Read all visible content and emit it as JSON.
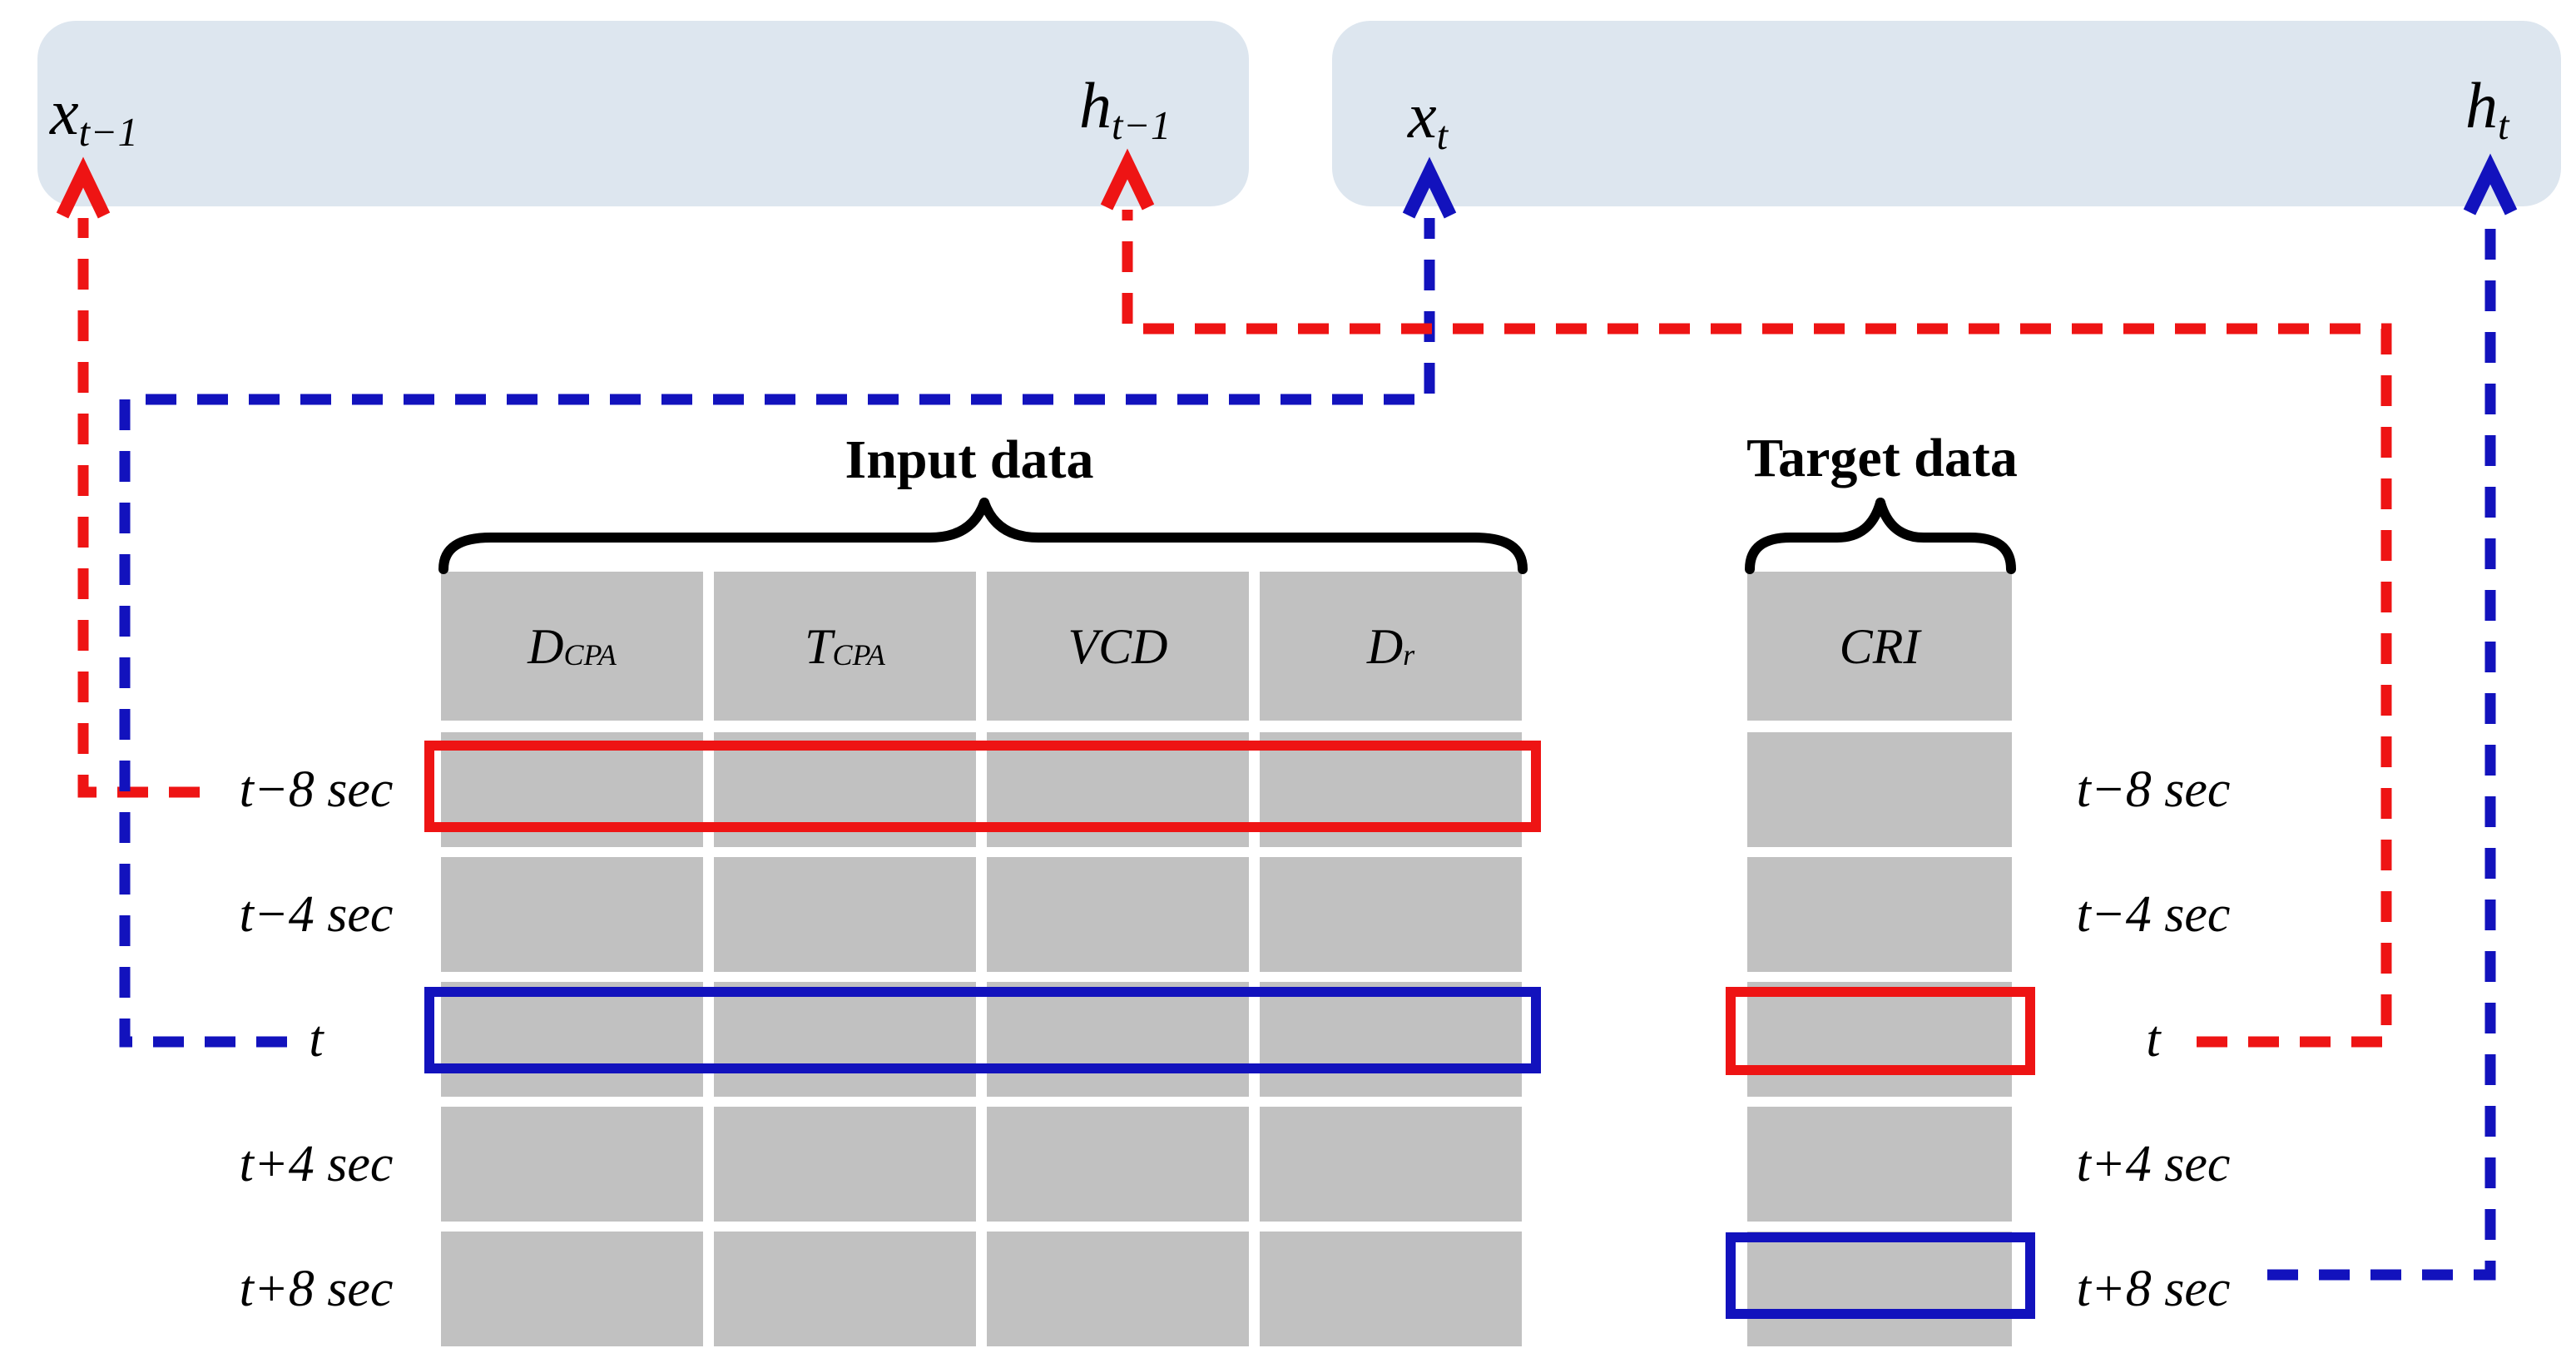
{
  "colors": {
    "red": "#ee1414",
    "blue": "#1212bd",
    "cell_gray": "#c1c1c1",
    "box_fill": "#dde6ef",
    "text": "#000000"
  },
  "top_boxes": {
    "previous_step": {
      "input_label": {
        "base": "x",
        "sub": "t−1"
      },
      "hidden_label": {
        "base": "h",
        "sub": "t−1"
      }
    },
    "current_step": {
      "input_label": {
        "base": "x",
        "sub": "t"
      },
      "hidden_label": {
        "base": "h",
        "sub": "t"
      }
    }
  },
  "input_table": {
    "title": "Input data",
    "columns": [
      {
        "base": "D",
        "sub": "CPA"
      },
      {
        "base": "T",
        "sub": "CPA"
      },
      {
        "base": "VCD",
        "sub": ""
      },
      {
        "base": "D",
        "sub": "r"
      }
    ],
    "row_labels": [
      "t−8 sec",
      "t−4 sec",
      "t",
      "t+4 sec",
      "t+8 sec"
    ],
    "highlights": [
      {
        "row": "t−8 sec",
        "color": "red"
      },
      {
        "row": "t",
        "color": "blue"
      }
    ]
  },
  "target_table": {
    "title": "Target data",
    "columns": [
      {
        "base": "CRI",
        "sub": ""
      }
    ],
    "row_labels": [
      "t−8 sec",
      "t−4 sec",
      "t",
      "t+4 sec",
      "t+8 sec"
    ],
    "highlights": [
      {
        "row": "t",
        "color": "red"
      },
      {
        "row": "t+8 sec",
        "color": "blue"
      }
    ]
  },
  "connections": [
    {
      "from": "input row t−8 sec",
      "to": "x_t−1",
      "color": "red"
    },
    {
      "from": "input row t",
      "to": "x_t",
      "color": "blue"
    },
    {
      "from": "target row t",
      "to": "h_t−1",
      "color": "red"
    },
    {
      "from": "target row t+8 sec",
      "to": "h_t",
      "color": "blue"
    }
  ]
}
